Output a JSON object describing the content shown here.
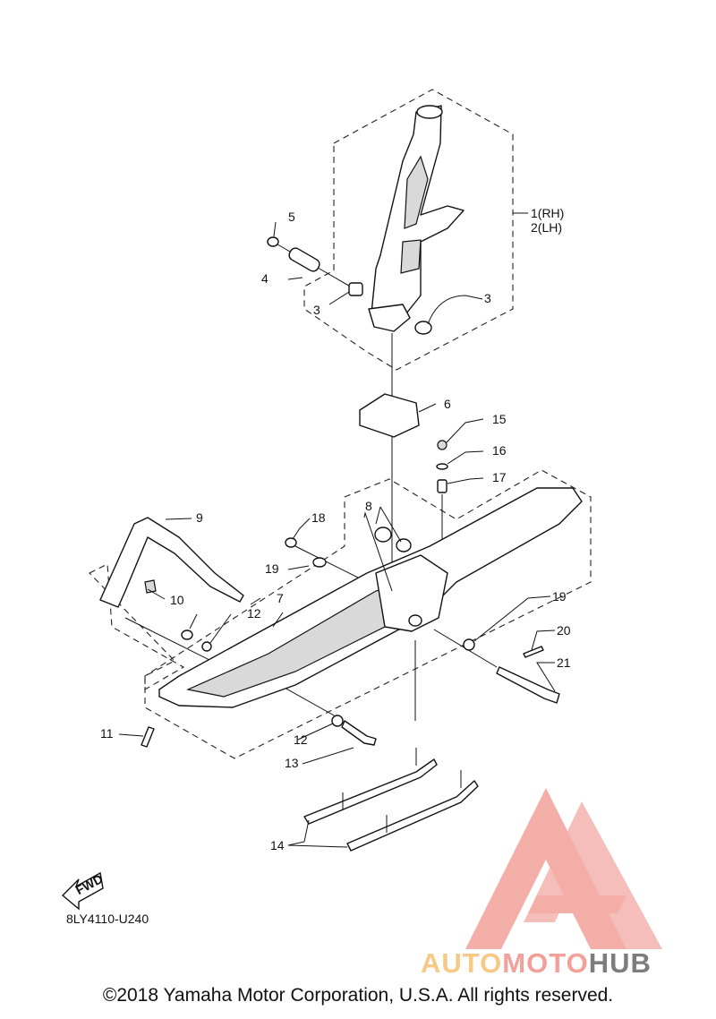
{
  "diagram": {
    "drawing_code": "8LY4110-U240",
    "fwd_label": "FWD",
    "callouts": {
      "p1": "1(RH)",
      "p2": "2(LH)",
      "p3a": "3",
      "p3b": "3",
      "p4": "4",
      "p5": "5",
      "p6": "6",
      "p7": "7",
      "p8": "8",
      "p9": "9",
      "p10": "10",
      "p11": "11",
      "p12a": "12",
      "p12b": "12",
      "p13": "13",
      "p14": "14",
      "p15": "15",
      "p16": "16",
      "p17": "17",
      "p18": "18",
      "p19a": "19",
      "p19b": "19",
      "p20": "20",
      "p21": "21"
    }
  },
  "watermark": {
    "brand_a": "AUTO",
    "brand_b": "MOTO",
    "brand_c": "HUB",
    "colors": {
      "a": "#f6c987",
      "b": "#f1a09a",
      "c": "#7d7d7d"
    }
  },
  "footer": {
    "copyright": "©2018 Yamaha Motor Corporation, U.S.A. All rights reserved."
  }
}
